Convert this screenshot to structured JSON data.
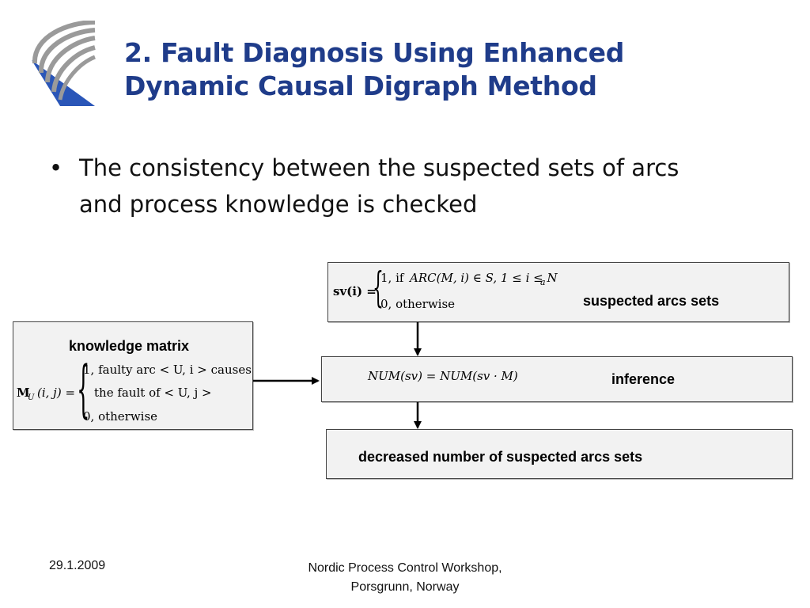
{
  "slide": {
    "title_line1": "2. Fault Diagnosis Using Enhanced",
    "title_line2": "Dynamic Causal Digraph Method",
    "bullet_line1": "The consistency between the suspected sets of arcs",
    "bullet_line2": "and process knowledge is checked"
  },
  "diagram": {
    "suspected_arcs_label": "suspected arcs sets",
    "knowledge_matrix_label": "knowledge matrix",
    "inference_label": "inference",
    "decreased_label": "decreased number of suspected arcs sets"
  },
  "equations": {
    "sv_lhs": "sv(i) =",
    "sv_case1_prefix": "1, if",
    "sv_case1_expr": "ARC(M, i) ∈ S, 1 ≤ i ≤ N",
    "sv_case1_sub": "a",
    "sv_case2": "0, otherwise",
    "mu_lhs": "M",
    "mu_sub": "U",
    "mu_args": "(i, j) =",
    "mu_case1": "1, faulty arc < U, i > causes",
    "mu_case1b": "the fault of < U, j >",
    "mu_case2": "0, otherwise",
    "num_eq": "NUM(sv) = NUM(sv · M)"
  },
  "footer": {
    "date": "29.1.2009",
    "venue_line1": "Nordic Process Control Workshop,",
    "venue_line2": "Porsgrunn, Norway"
  },
  "colors": {
    "title": "#1f3c8a",
    "logo_blue": "#2a56b8",
    "logo_gray": "#9a9a9a",
    "box_fill": "#f2f2f2"
  }
}
